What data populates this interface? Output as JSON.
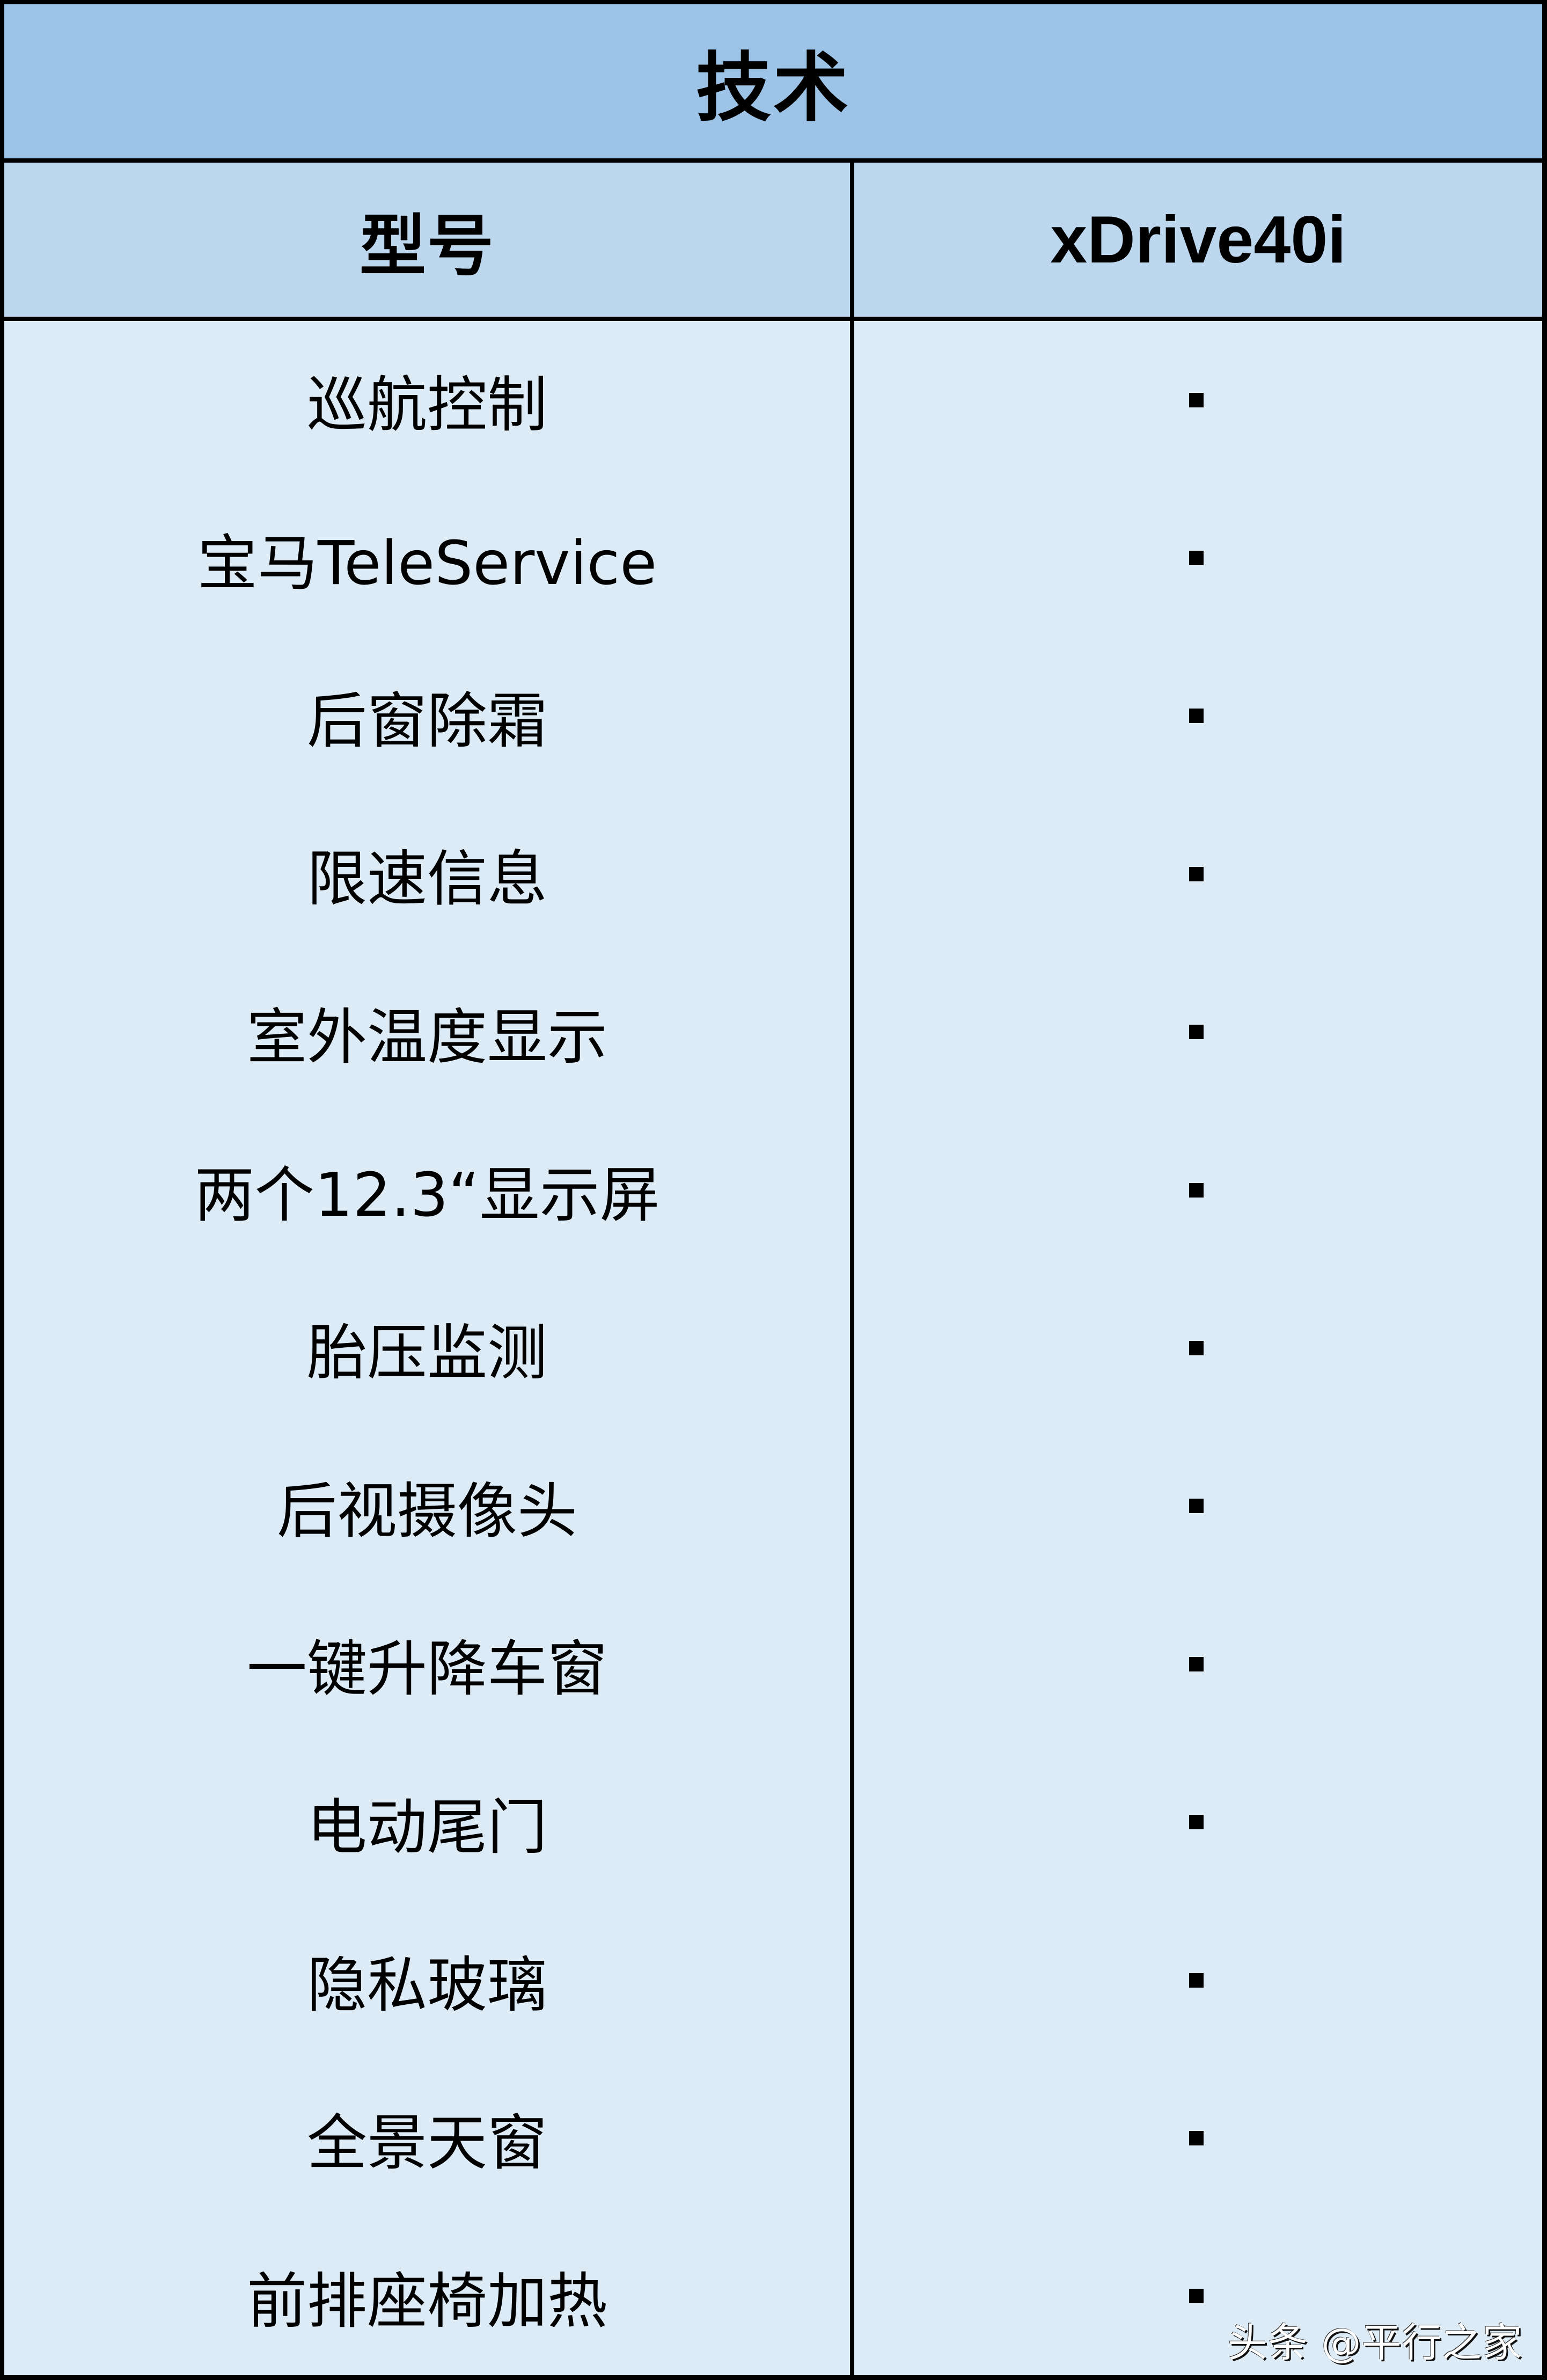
{
  "table": {
    "title": "技术",
    "header": {
      "left": "型号",
      "right": "xDrive40i"
    },
    "colors": {
      "title_bg": "#9dc3e6",
      "header_bg": "#bdd7ee",
      "body_bg": "#ddebf7",
      "border": "#000000"
    },
    "rows": [
      {
        "feature": "巡航控制",
        "value": "■"
      },
      {
        "feature": "宝马TeleService",
        "value": "■"
      },
      {
        "feature": "后窗除霜",
        "value": "■"
      },
      {
        "feature": "限速信息",
        "value": "■"
      },
      {
        "feature": "室外温度显示",
        "value": "■"
      },
      {
        "feature": "两个12.3“显示屏",
        "value": "■"
      },
      {
        "feature": "胎压监测",
        "value": "■"
      },
      {
        "feature": "后视摄像头",
        "value": "■"
      },
      {
        "feature": "一键升降车窗",
        "value": "■"
      },
      {
        "feature": "电动尾门",
        "value": "■"
      },
      {
        "feature": "隐私玻璃",
        "value": "■"
      },
      {
        "feature": "全景天窗",
        "value": "■"
      },
      {
        "feature": "前排座椅加热",
        "value": "■"
      }
    ]
  },
  "watermark": "头条 @平行之家"
}
